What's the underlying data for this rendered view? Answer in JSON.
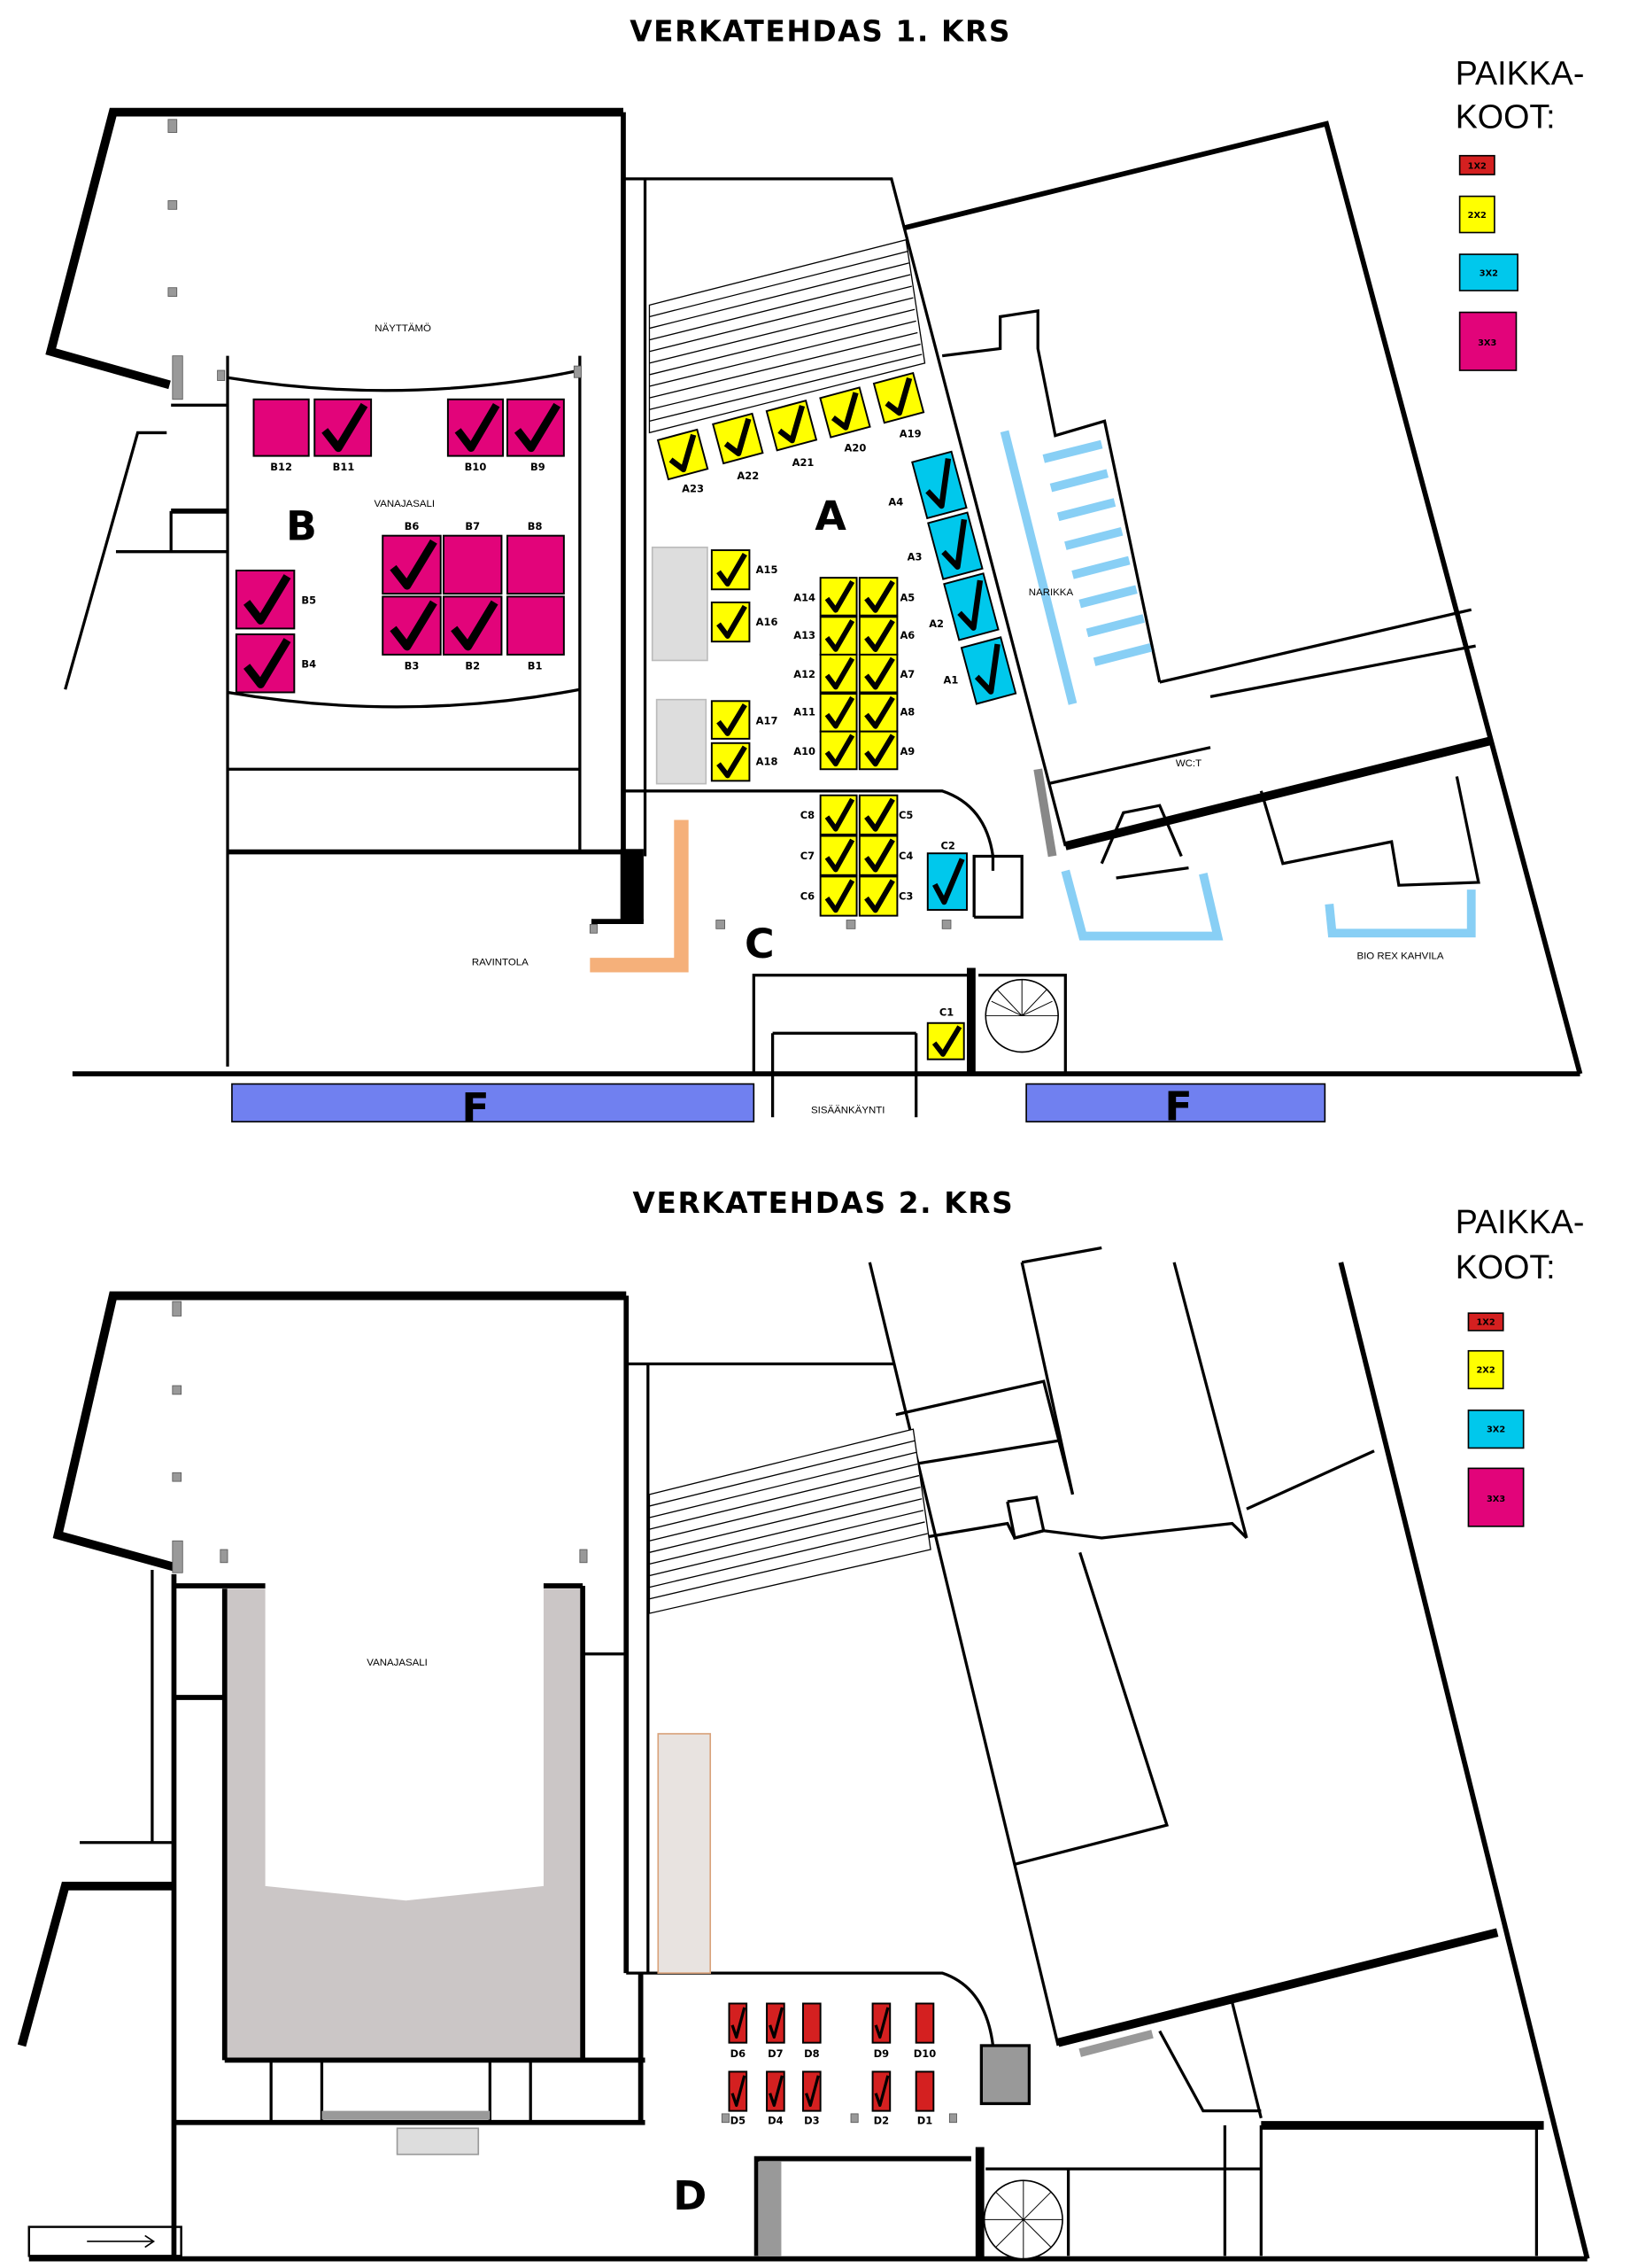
{
  "floors": [
    {
      "title": "VERKATEHDAS 1. KRS",
      "legend": {
        "heading_line1": "PAIKKA-",
        "heading_line2": "KOOT:",
        "sizes": [
          {
            "label": "1X2",
            "color": "#d42020"
          },
          {
            "label": "2X2",
            "color": "#ffff00"
          },
          {
            "label": "3X2",
            "color": "#00c8ec"
          },
          {
            "label": "3X3",
            "color": "#e2047a"
          }
        ]
      },
      "sections": [
        "A",
        "B",
        "C",
        "F",
        "F"
      ],
      "rooms": [
        "NÄYTTÄMÖ",
        "VANAJASALI",
        "NARIKKA",
        "WC:T",
        "RAVINTOLA",
        "BIO REX KAHVILA",
        "SISÄÄNKÄYNTI"
      ],
      "booths": [
        {
          "id": "B12",
          "size": "3X3",
          "booked": false
        },
        {
          "id": "B11",
          "size": "3X3",
          "booked": true
        },
        {
          "id": "B10",
          "size": "3X3",
          "booked": true
        },
        {
          "id": "B9",
          "size": "3X3",
          "booked": true
        },
        {
          "id": "B6",
          "size": "3X3",
          "booked": true
        },
        {
          "id": "B7",
          "size": "3X3",
          "booked": false
        },
        {
          "id": "B8",
          "size": "3X3",
          "booked": false
        },
        {
          "id": "B3",
          "size": "3X3",
          "booked": true
        },
        {
          "id": "B2",
          "size": "3X3",
          "booked": true
        },
        {
          "id": "B1",
          "size": "3X3",
          "booked": false
        },
        {
          "id": "B5",
          "size": "3X3",
          "booked": true
        },
        {
          "id": "B4",
          "size": "3X3",
          "booked": true
        },
        {
          "id": "A23",
          "size": "2X2",
          "booked": true
        },
        {
          "id": "A22",
          "size": "2X2",
          "booked": true
        },
        {
          "id": "A21",
          "size": "2X2",
          "booked": true
        },
        {
          "id": "A20",
          "size": "2X2",
          "booked": true
        },
        {
          "id": "A19",
          "size": "2X2",
          "booked": true
        },
        {
          "id": "A4",
          "size": "3X2",
          "booked": true
        },
        {
          "id": "A3",
          "size": "3X2",
          "booked": true
        },
        {
          "id": "A2",
          "size": "3X2",
          "booked": true
        },
        {
          "id": "A1",
          "size": "3X2",
          "booked": true
        },
        {
          "id": "A15",
          "size": "2X2",
          "booked": true
        },
        {
          "id": "A16",
          "size": "2X2",
          "booked": true
        },
        {
          "id": "A17",
          "size": "2X2",
          "booked": true
        },
        {
          "id": "A18",
          "size": "2X2",
          "booked": true
        },
        {
          "id": "A14",
          "size": "2X2",
          "booked": true
        },
        {
          "id": "A13",
          "size": "2X2",
          "booked": true
        },
        {
          "id": "A12",
          "size": "2X2",
          "booked": true
        },
        {
          "id": "A11",
          "size": "2X2",
          "booked": true
        },
        {
          "id": "A10",
          "size": "2X2",
          "booked": true
        },
        {
          "id": "A5",
          "size": "2X2",
          "booked": true
        },
        {
          "id": "A6",
          "size": "2X2",
          "booked": true
        },
        {
          "id": "A7",
          "size": "2X2",
          "booked": true
        },
        {
          "id": "A8",
          "size": "2X2",
          "booked": true
        },
        {
          "id": "A9",
          "size": "2X2",
          "booked": true
        },
        {
          "id": "C8",
          "size": "2X2",
          "booked": true
        },
        {
          "id": "C7",
          "size": "2X2",
          "booked": true
        },
        {
          "id": "C6",
          "size": "2X2",
          "booked": true
        },
        {
          "id": "C5",
          "size": "2X2",
          "booked": true
        },
        {
          "id": "C4",
          "size": "2X2",
          "booked": true
        },
        {
          "id": "C3",
          "size": "2X2",
          "booked": true
        },
        {
          "id": "C2",
          "size": "3X2",
          "booked": true
        },
        {
          "id": "C1",
          "size": "2X2",
          "booked": true
        }
      ]
    },
    {
      "title": "VERKATEHDAS 2. KRS",
      "legend": {
        "heading_line1": "PAIKKA-",
        "heading_line2": "KOOT:",
        "sizes": [
          {
            "label": "1X2",
            "color": "#d42020"
          },
          {
            "label": "2X2",
            "color": "#ffff00"
          },
          {
            "label": "3X2",
            "color": "#00c8ec"
          },
          {
            "label": "3X3",
            "color": "#e2047a"
          }
        ]
      },
      "sections": [
        "D"
      ],
      "rooms": [
        "VANAJASALI"
      ],
      "booths": [
        {
          "id": "D6",
          "size": "1X2",
          "booked": true
        },
        {
          "id": "D7",
          "size": "1X2",
          "booked": true
        },
        {
          "id": "D8",
          "size": "1X2",
          "booked": false
        },
        {
          "id": "D9",
          "size": "1X2",
          "booked": true
        },
        {
          "id": "D10",
          "size": "1X2",
          "booked": false
        },
        {
          "id": "D5",
          "size": "1X2",
          "booked": true
        },
        {
          "id": "D4",
          "size": "1X2",
          "booked": true
        },
        {
          "id": "D3",
          "size": "1X2",
          "booked": true
        },
        {
          "id": "D2",
          "size": "1X2",
          "booked": true
        },
        {
          "id": "D1",
          "size": "1X2",
          "booked": false
        }
      ]
    }
  ]
}
